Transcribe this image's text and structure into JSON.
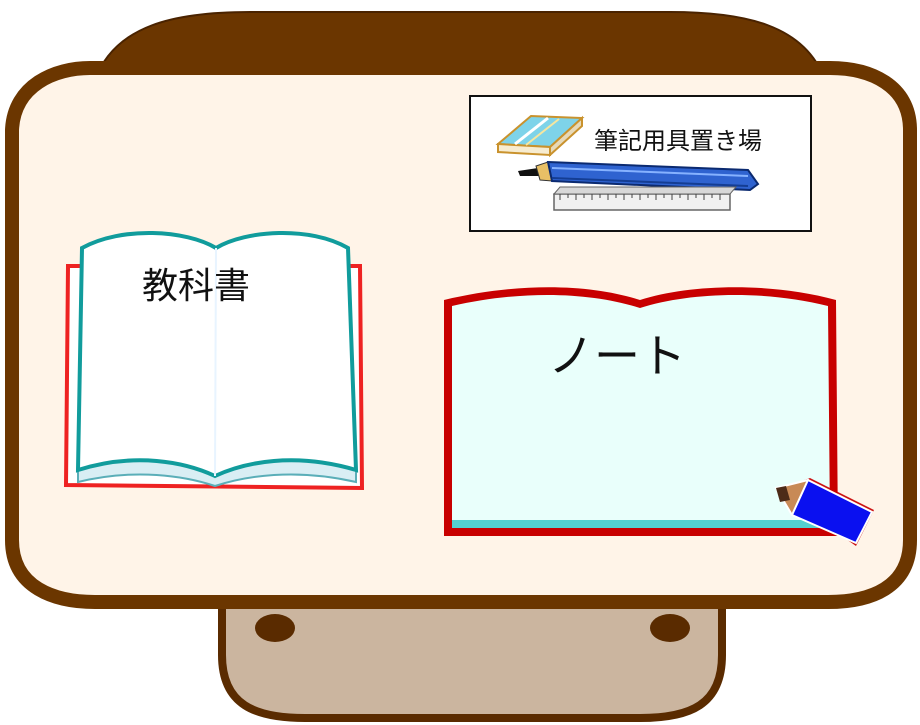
{
  "desk": {
    "textbook_label": "教科書",
    "notebook_label": "ノート",
    "stationery_area_label": "筆記用具置き場"
  },
  "icons": {
    "textbook": "open-book-icon",
    "notebook": "open-notebook-icon",
    "pencil": "pencil-icon",
    "eraser": "eraser-icon",
    "ruler": "ruler-icon",
    "pen": "pen-icon"
  },
  "colors": {
    "desk_wood": "#6b3600",
    "desk_surface": "#fff4e8",
    "drawer": "#cbb59f",
    "textbook_cover": "#ee2222",
    "textbook_pages_border": "#11a0a0",
    "notebook_cover": "#c80000",
    "notebook_page": "#e9fffb",
    "notebook_bottom": "#54d0d0",
    "pencil_blue": "#0a10f0"
  }
}
